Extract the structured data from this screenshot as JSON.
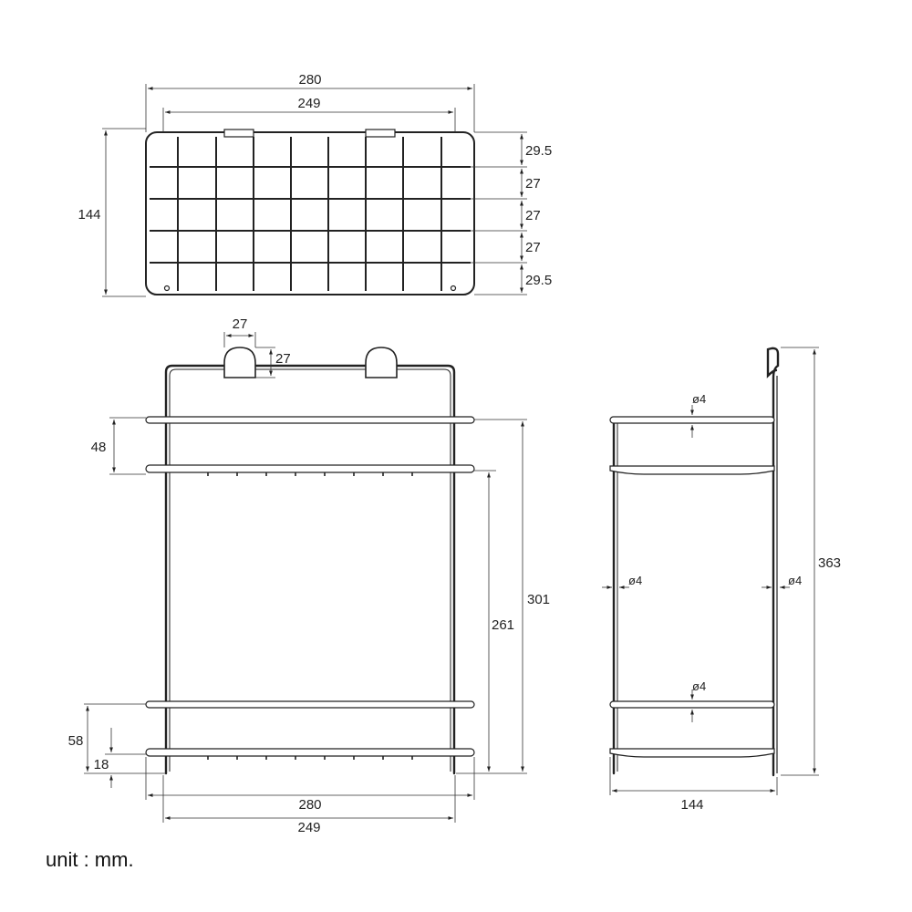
{
  "top_view": {
    "width_outer": "280",
    "width_inner": "249",
    "depth": "144",
    "rows": [
      "29.5",
      "27",
      "27",
      "27",
      "29.5"
    ]
  },
  "front_view": {
    "hook_width": "27",
    "hook_height": "27",
    "shelf_gap_top": "48",
    "rail_height_outer": "301",
    "rail_height_inner": "261",
    "bottom_gap": "58",
    "foot": "18",
    "width_outer": "280",
    "width_inner": "249"
  },
  "side_view": {
    "rod_top": "ø4",
    "rod_left": "ø4",
    "rod_right": "ø4",
    "rod_bottom": "ø4",
    "height": "363",
    "depth": "144"
  },
  "footer": {
    "unit": "unit : mm."
  }
}
